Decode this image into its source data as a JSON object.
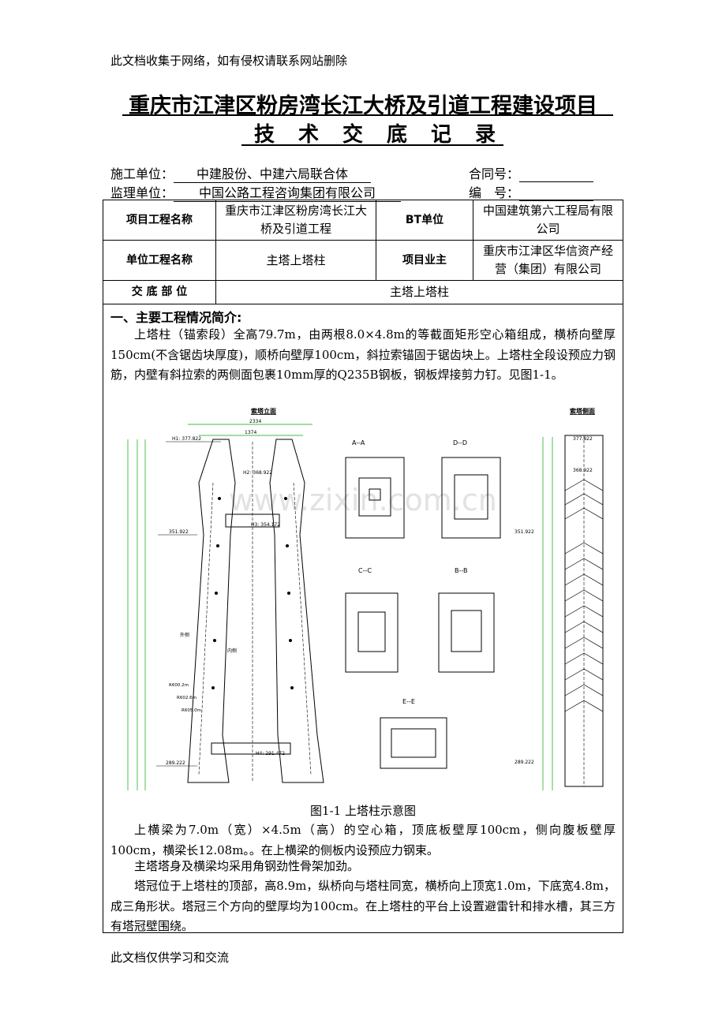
{
  "header_note": "此文档收集于网络，如有侵权请联系网站删除",
  "footer_note": "此文档仅供学习和交流",
  "title_main": "重庆市江津区粉房湾长江大桥及引道工程建设项目",
  "title_sub": "技术交底记录",
  "meta": {
    "construction_label": "施工单位：",
    "construction_value": "中建股份、中建六局联合体",
    "contract_label": "合同号：",
    "supervision_label": "监理单位：",
    "supervision_value": "中国公路工程咨询集团有限公司",
    "number_label": "编　号："
  },
  "table": {
    "project_name_label": "项目工程名称",
    "project_name_value": "重庆市江津区粉房湾长江大桥及引道工程",
    "bt_label": "BT单位",
    "bt_value": "中国建筑第六工程局有限公司",
    "unit_name_label": "单位工程名称",
    "unit_name_value": "主塔上塔柱",
    "owner_label": "项目业主",
    "owner_value": "重庆市江津区华信资产经营（集团）有限公司",
    "part_label": "交 底 部 位",
    "part_value": "主塔上塔柱"
  },
  "section_title": "一、主要工程情况简介:",
  "para1": "上塔柱（锚索段）全高79.7m，由两根8.0×4.8m的等截面矩形空心箱组成，横桥向壁厚150cm(不含锯齿块厚度)，顺桥向壁厚100cm，斜拉索锚固于锯齿块上。上塔柱全段设预应力钢筋，内壁有斜拉索的两侧面包裹10mm厚的Q235B钢板，钢板焊接剪力钉。见图1-1。",
  "figure": {
    "caption": "图1-1 上塔柱示意图",
    "front_title": "索塔立面",
    "side_title": "索塔侧面",
    "section_aa": "A--A",
    "section_dd": "D--D",
    "section_cc": "C--C",
    "section_bb": "B--B",
    "section_ee": "E--E",
    "elev_h1": "H1: 377.822",
    "elev_h2": "H2: 368.922",
    "elev_h3": "H3: 354.172",
    "elev_351": "351.922",
    "elev_h4": "H4: 291.472",
    "elev_289": "289.222",
    "side_top": "377.822",
    "side_mid": "368.922",
    "side_351": "351.922",
    "side_289": "289.222",
    "dim_top": "2334",
    "dim_inner": "1374",
    "label_outer": "外侧",
    "label_inner": "内侧",
    "r1": "R600.2m",
    "r2": "R602.6m",
    "r3": "R605.0m",
    "watermark": "www.zixin.com.cn"
  },
  "para2": "上横梁为7.0m（宽）×4.5m（高）的空心箱，顶底板壁厚100cm，侧向腹板壁厚100cm，横梁长12.08m。。在上横梁的侧板内设预应力钢束。",
  "para3": "主塔塔身及横梁均采用角钢劲性骨架加劲。",
  "para4": "塔冠位于上塔柱的顶部，高8.9m，纵桥向与塔柱同宽，横桥向上顶宽1.0m，下底宽4.8m，成三角形状。塔冠三个方向的壁厚均为100cm。在上塔柱的平台上设置避雷针和排水槽，其三方有塔冠壁围绕。"
}
